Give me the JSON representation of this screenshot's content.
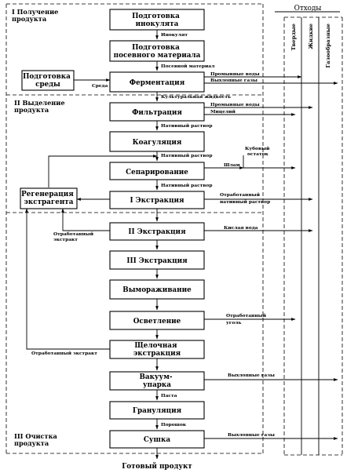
{
  "stages": [
    {
      "lines": [
        "I Получение",
        "продукта"
      ]
    },
    {
      "lines": [
        "II Выделение",
        "продукта"
      ]
    },
    {
      "lines": [
        "III Очистка",
        "продукта"
      ]
    }
  ],
  "wastes": {
    "header": "Отходы",
    "columns": [
      "Твердые",
      "Жидкие",
      "Газообразные"
    ]
  },
  "boxes": {
    "inoculum": [
      "Подготовка",
      "инокулята"
    ],
    "seed": [
      "Подготовка",
      "посевного материала"
    ],
    "media": [
      "Подготовка",
      "среды"
    ],
    "fermentation": [
      "Ферментация"
    ],
    "filtration": [
      "Фильтрация"
    ],
    "coagulation": [
      "Коагуляция"
    ],
    "separation": [
      "Сепарирование"
    ],
    "extraction1": [
      "I Экстракция"
    ],
    "regeneration": [
      "Регенерация",
      "экстрагента"
    ],
    "extraction2": [
      "II Экстракция"
    ],
    "extraction3": [
      "III Экстракция"
    ],
    "freezing": [
      "Вымораживание"
    ],
    "clarification": [
      "Осветление"
    ],
    "alkaline": [
      "Щелочная",
      "экстракция"
    ],
    "vacuum": [
      "Вакуум-",
      "упарка"
    ],
    "granulation": [
      "Грануляция"
    ],
    "drying": [
      "Сушка"
    ]
  },
  "flow_labels": {
    "inoculum": [
      "Инокулят"
    ],
    "seed": [
      "Посевной материал"
    ],
    "medium": [
      "Среда"
    ],
    "broth": [
      "Культуральная жидкость"
    ],
    "native1": [
      "Нативный раствор"
    ],
    "native2": [
      "Нативный раствор"
    ],
    "native3": [
      "Нативный раствор"
    ],
    "spent_extract_left": [
      "Отработанный",
      "экстракт"
    ],
    "spent_extract_bottom": [
      "Отработанный экстракт"
    ],
    "paste": [
      "Паста"
    ],
    "powder": [
      "Порошок"
    ]
  },
  "waste_labels": {
    "wash_water_1": [
      "Промывные воды"
    ],
    "exhaust_1": [
      "Выхлопные газы"
    ],
    "wash_water_2": [
      "Промывные воды"
    ],
    "mycelium": [
      "Мицелий"
    ],
    "cube_residue": [
      "Кубовый",
      "остаток"
    ],
    "sludge": [
      "Шлам"
    ],
    "spent_native": [
      "Отработанный",
      "нативный раствор"
    ],
    "acid_water": [
      "Кислая вода"
    ],
    "spent_coal": [
      "Отработанный",
      "уголь"
    ],
    "exhaust_2": [
      "Выхлопные газы"
    ],
    "exhaust_3": [
      "Выхлопные газы"
    ]
  },
  "final_product": "Готовый продукт"
}
